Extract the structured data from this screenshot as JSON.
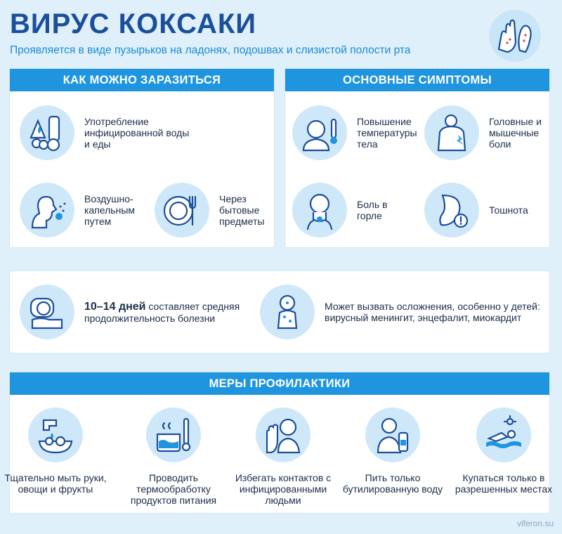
{
  "header": {
    "title": "ВИРУС КОКСАКИ",
    "subtitle": "Проявляется в виде пузырьков на ладонях, подошвах и слизистой полости рта"
  },
  "infection": {
    "heading": "КАК МОЖНО ЗАРАЗИТЬСЯ",
    "items": [
      {
        "icon": "food-water-icon",
        "text": "Употребление инфицированной воды и еды"
      },
      {
        "icon": "cough-icon",
        "text": "Воздушно-капельным путем"
      },
      {
        "icon": "dishes-icon",
        "text": "Через бытовые предметы"
      }
    ]
  },
  "symptoms": {
    "heading": "ОСНОВНЫЕ СИМПТОМЫ",
    "items": [
      {
        "icon": "fever-icon",
        "text": "Повышение температуры тела"
      },
      {
        "icon": "back-pain-icon",
        "text": "Головные и мышечные боли"
      },
      {
        "icon": "sore-throat-icon",
        "text": "Боль в горле"
      },
      {
        "icon": "nausea-icon",
        "text": "Тошнота"
      }
    ]
  },
  "duration": {
    "highlight": "10–14 дней",
    "text": " составляет средняя продолжительность болезни",
    "complications": "Может вызвать осложнения, особенно у детей: вирусный менингит, энцефалит, миокардит"
  },
  "prevention": {
    "heading": "МЕРЫ ПРОФИЛАКТИКИ",
    "items": [
      {
        "icon": "washing-icon",
        "text": "Тщательно мыть руки, овощи и фрукты"
      },
      {
        "icon": "cooking-icon",
        "text": "Проводить термообработку продуктов питания"
      },
      {
        "icon": "stop-contact-icon",
        "text": "Избегать контактов с инфицированными людьми"
      },
      {
        "icon": "bottled-water-icon",
        "text": "Пить только бутилированную воду"
      },
      {
        "icon": "swimming-icon",
        "text": "Купаться только в разрешенных местах"
      }
    ]
  },
  "footer": {
    "site": "viferon.su"
  }
}
